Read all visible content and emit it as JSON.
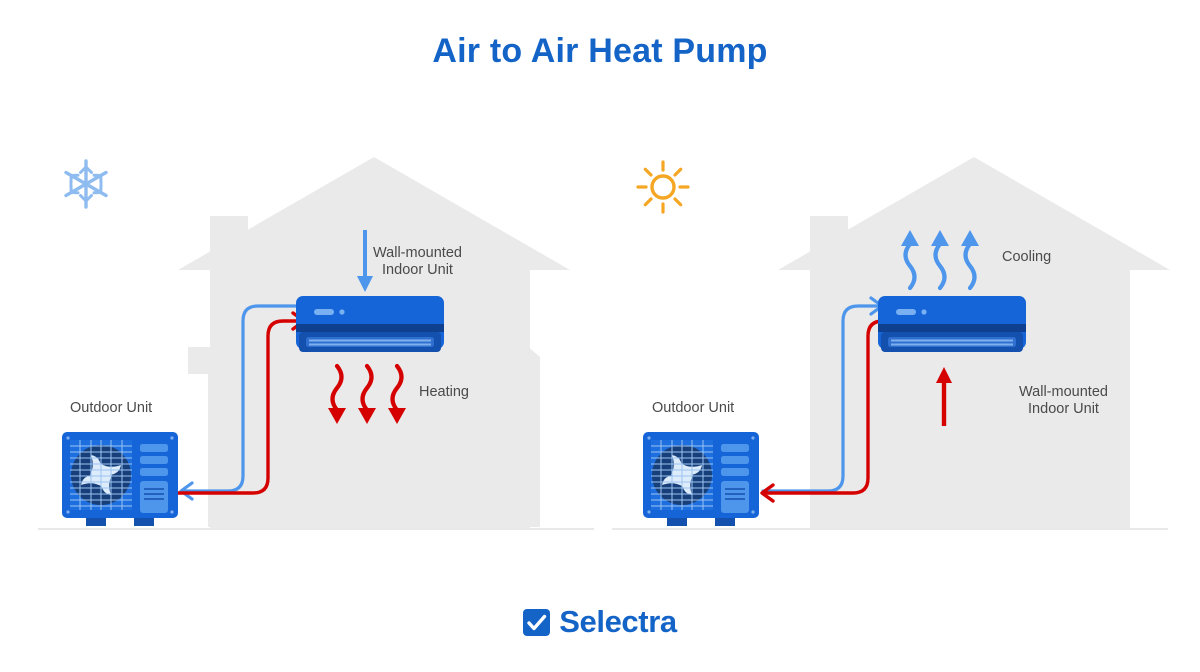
{
  "title": "Air to Air Heat Pump",
  "brand": {
    "name": "Selectra",
    "mark_icon": "checkbox-check-icon",
    "color": "#1464c8"
  },
  "colors": {
    "title": "#1464c8",
    "house": "#eaeaea",
    "ground": "#e9e9e9",
    "unit_blue": "#1565d8",
    "unit_dark": "#0f3f8f",
    "unit_light": "#4d96ec",
    "pipe_cold": "#4d96ec",
    "pipe_hot": "#d50000",
    "snow": "#8fbcf0",
    "sun": "#f5a623",
    "label_text": "#4a4a4a"
  },
  "panels": [
    {
      "id": "heating",
      "mode_label": "Heating",
      "weather_icon": "snowflake-icon",
      "weather_label": "",
      "outdoor_label": "Outdoor Unit",
      "indoor_label": "Wall-mounted\nIndoor Unit",
      "airflow_direction": "down",
      "airflow_color": "#d50000",
      "airflow_count": 3,
      "intake_arrow_direction": "down",
      "intake_arrow_color": "#4d96ec",
      "pipe_cold_direction": "indoor-to-outdoor",
      "pipe_hot_direction": "outdoor-to-indoor"
    },
    {
      "id": "cooling",
      "mode_label": "Cooling",
      "weather_icon": "sun-icon",
      "weather_label": "",
      "outdoor_label": "Outdoor Unit",
      "indoor_label": "Wall-mounted\nIndoor Unit",
      "airflow_direction": "up",
      "airflow_color": "#4d96ec",
      "airflow_count": 3,
      "intake_arrow_direction": "up",
      "intake_arrow_color": "#d50000",
      "pipe_cold_direction": "outdoor-to-indoor",
      "pipe_hot_direction": "indoor-to-outdoor"
    }
  ]
}
